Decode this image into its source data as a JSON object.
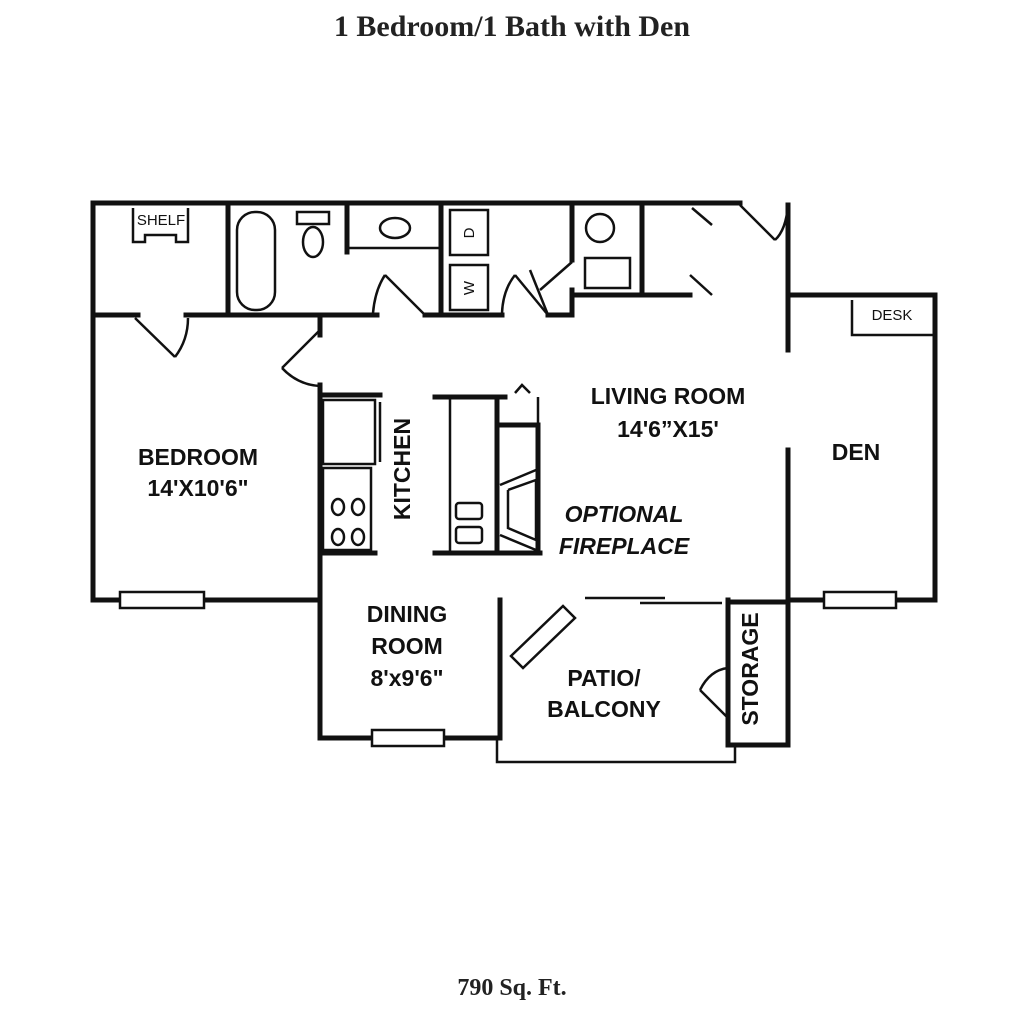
{
  "title": "1 Bedroom/1 Bath with Den",
  "area": "790 Sq. Ft.",
  "rooms": {
    "bedroom": {
      "name": "BEDROOM",
      "size": "14'X10'6\""
    },
    "living": {
      "name": "LIVING ROOM",
      "size": "14'6”X15'"
    },
    "den": {
      "name": "DEN"
    },
    "kitchen": {
      "name": "KITCHEN"
    },
    "fireplace": {
      "line1": "OPTIONAL",
      "line2": "FIREPLACE"
    },
    "dining": {
      "line1": "DINING",
      "line2": "ROOM",
      "size": "8'x9'6\""
    },
    "patio": {
      "line1": "PATIO/",
      "line2": "BALCONY"
    },
    "storage": {
      "name": "STORAGE"
    }
  },
  "fixtures": {
    "shelf": "SHELF",
    "desk": "DESK",
    "dryer": "D",
    "washer": "W"
  }
}
